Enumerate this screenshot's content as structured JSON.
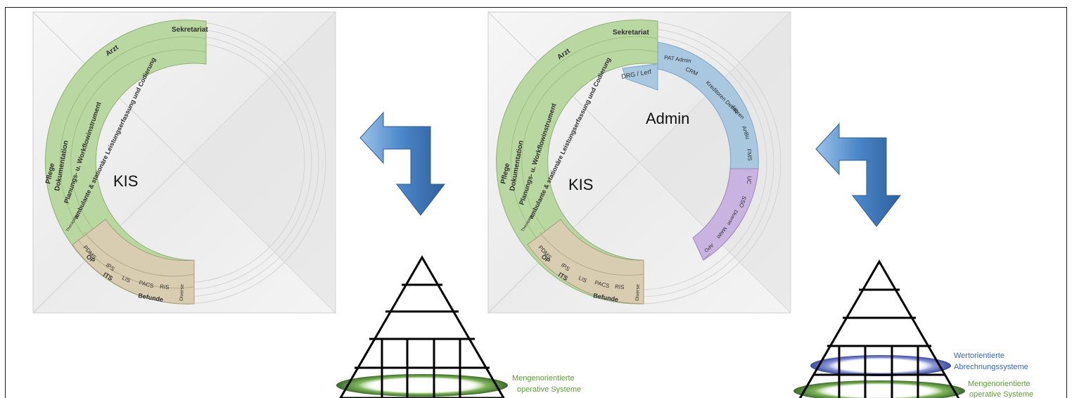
{
  "caption_fragment": "",
  "left_diagram": {
    "center_label": "KIS",
    "green_ring": {
      "labels": [
        "Sekretariat",
        "Arzt",
        "Pflege",
        "Dokumentation",
        "Planungs- u. Workflowinstrument",
        "ambulante & stationäre Leistungserfassung und Codierung",
        "Therapien"
      ]
    },
    "tan_ring": {
      "labels": [
        "PDMS",
        "OP",
        "IPS",
        "ITS",
        "LIS",
        "PACS",
        "RIS",
        "Befunde",
        "Diverse"
      ]
    }
  },
  "right_diagram": {
    "center_label": "KIS",
    "admin_label": "Admin",
    "green_ring": {
      "labels": [
        "Sekretariat",
        "Arzt",
        "Pflege",
        "Dokumentation",
        "Planungs- u. Workflowinstrument",
        "ambulante & stationäre Leistungserfassung und Codierung",
        "Therapien"
      ]
    },
    "tan_ring": {
      "labels": [
        "PDMS",
        "OP",
        "IPS",
        "ITS",
        "LIS",
        "PACS",
        "RIS",
        "Befunde",
        "Diverse"
      ]
    },
    "blue_ring": {
      "labels": [
        "DRG / Lerf",
        "PAT Admin",
        "CRM",
        "Kreditoren Debitoren",
        "HR",
        "AnBu",
        "FMS"
      ]
    },
    "purple_ring": {
      "labels": [
        "UC",
        "SSO",
        "Diverse",
        "MAWI",
        "APO"
      ]
    }
  },
  "pyramid_left": {
    "ring_label_lines": [
      "Mengenorientierte",
      "operative Systeme"
    ]
  },
  "pyramid_right": {
    "blue_label_lines": [
      "Wertorientierte",
      "Abrechnungssysteme"
    ],
    "green_label_lines": [
      "Mengenorientierte",
      "operative Systeme"
    ]
  },
  "colors": {
    "green_ring": "#b9d7a0",
    "tan_ring": "#cfc3a3",
    "blue_ring": "#a9c8df",
    "purple_ring": "#c9b3e0",
    "arrow_blue": "#4f8fcf",
    "label_green": "#5f9a3a",
    "label_blue": "#3b64b4"
  }
}
